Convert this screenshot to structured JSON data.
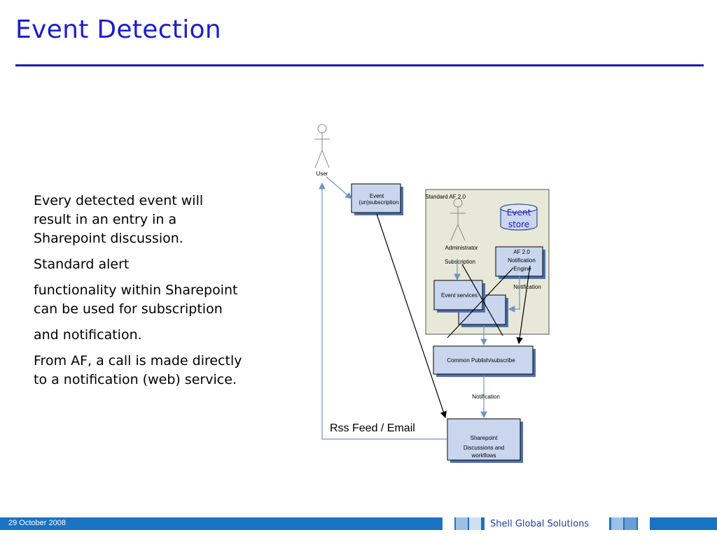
{
  "slide": {
    "title": "Event Detection",
    "bullets": [
      "Every detected event will result in an entry in a Sharepoint discussion.",
      "Standard alert",
      "functionality within Sharepoint can be used for subscription",
      "and notification.",
      "From AF, a call is made directly to a notification (web) service."
    ]
  },
  "diagram": {
    "user_label": "User",
    "event_subscription_label_1": "Event",
    "event_subscription_label_2": "(un)subscription",
    "standard_af_label": "Standard AF 2.0",
    "administrator_label": "Administrator",
    "subscription_label": "Subscription",
    "event_store_label_1": "Event",
    "event_store_label_2": "store",
    "af_engine_label_1": "AF 2.0",
    "af_engine_label_2": "Notification",
    "af_engine_label_3": "Engine",
    "notification_label_1": "Notification",
    "event_services_label": "Event services",
    "common_publish_label": "Common Publish/subscribe",
    "notification_label_2": "Notification",
    "rss_label": "Rss Feed / Email",
    "sharepoint_label_1": "Sharepoint",
    "sharepoint_label_2": "Discussions and",
    "sharepoint_label_3": "workflows"
  },
  "footer": {
    "date": "29 October 2008",
    "brand": "Shell Global Solutions"
  },
  "colors": {
    "title": "#1d1dcc",
    "rule": "#1a1ab8",
    "footer_bar": "#1a73c4",
    "box_fill": "#c9d6ee",
    "box_shadow": "#4f6fae",
    "panel_fill": "#e8e8d8",
    "arrow": "#6f93c6"
  }
}
